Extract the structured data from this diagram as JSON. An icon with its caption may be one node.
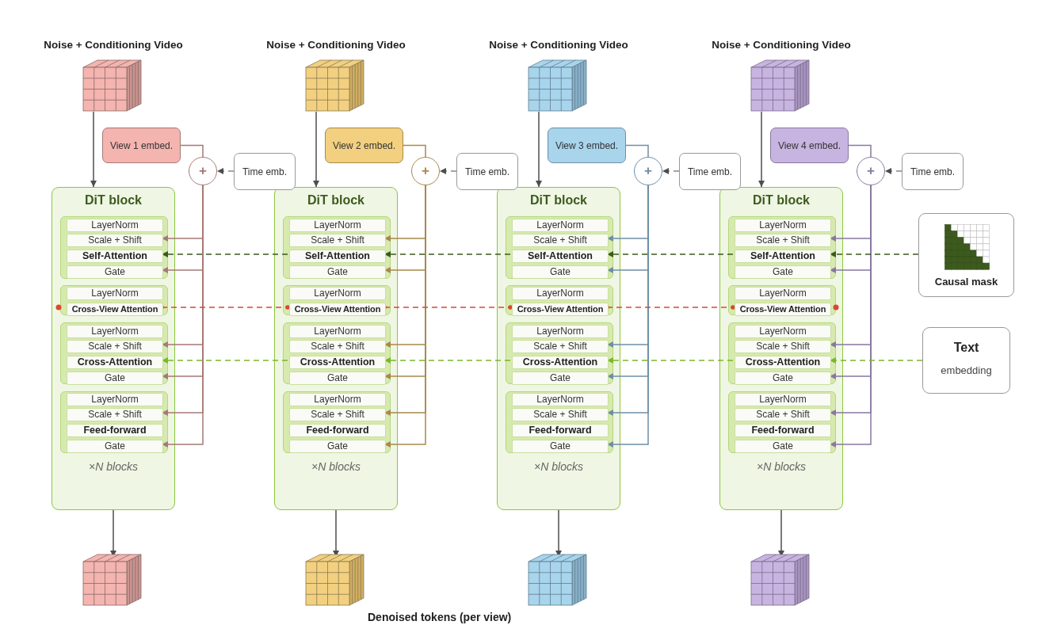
{
  "diagram": {
    "nodes": [
      {
        "text": [],
        "shape": "cube",
        "beside": [
          "Noise + Conditioning Video"
        ]
      },
      {
        "text": [
          "View 1 embed."
        ]
      },
      {
        "text": [
          "+"
        ]
      },
      {
        "text": [
          "Time emb."
        ]
      },
      {
        "text": [
          "DiT block",
          "×N blocks"
        ]
      },
      {
        "text": [],
        "shape": "box",
        "in": 4
      },
      {
        "text": [
          "LayerNorm"
        ],
        "in": 5
      },
      {
        "text": [
          "Scale + Shift"
        ],
        "in": 5
      },
      {
        "text": [
          "Self-Attention"
        ],
        "in": 5
      },
      {
        "text": [
          "Gate"
        ],
        "in": 5
      },
      {
        "text": [],
        "shape": "box",
        "in": 4
      },
      {
        "text": [
          "LayerNorm"
        ],
        "in": 10
      },
      {
        "text": [
          "Cross-View Attention"
        ],
        "in": 10
      },
      {
        "text": [],
        "shape": "box",
        "in": 4
      },
      {
        "text": [
          "LayerNorm"
        ],
        "in": 13
      },
      {
        "text": [
          "Scale + Shift"
        ],
        "in": 13
      },
      {
        "text": [
          "Cross-Attention"
        ],
        "in": 13
      },
      {
        "text": [
          "Gate"
        ],
        "in": 13
      },
      {
        "text": [],
        "shape": "box",
        "in": 4
      },
      {
        "text": [
          "LayerNorm"
        ],
        "in": 18
      },
      {
        "text": [
          "Scale + Shift"
        ],
        "in": 18
      },
      {
        "text": [
          "Feed-forward"
        ],
        "in": 18
      },
      {
        "text": [
          "Gate"
        ],
        "in": 18
      },
      {
        "text": [],
        "shape": "cube"
      },
      {
        "text": [],
        "shape": "cube",
        "beside": [
          "Noise + Conditioning Video"
        ]
      },
      {
        "text": [
          "View 2 embed."
        ]
      },
      {
        "text": [
          "+"
        ]
      },
      {
        "text": [
          "Time emb."
        ]
      },
      {
        "text": [
          "DiT block",
          "×N blocks"
        ]
      },
      {
        "text": [],
        "shape": "box",
        "in": 28
      },
      {
        "text": [
          "LayerNorm"
        ],
        "in": 29
      },
      {
        "text": [
          "Scale + Shift"
        ],
        "in": 29
      },
      {
        "text": [
          "Self-Attention"
        ],
        "in": 29
      },
      {
        "text": [
          "Gate"
        ],
        "in": 29
      },
      {
        "text": [],
        "shape": "box",
        "in": 28
      },
      {
        "text": [
          "LayerNorm"
        ],
        "in": 34
      },
      {
        "text": [
          "Cross-View Attention"
        ],
        "in": 34
      },
      {
        "text": [],
        "shape": "box",
        "in": 28
      },
      {
        "text": [
          "LayerNorm"
        ],
        "in": 37
      },
      {
        "text": [
          "Scale + Shift"
        ],
        "in": 37
      },
      {
        "text": [
          "Cross-Attention"
        ],
        "in": 37
      },
      {
        "text": [
          "Gate"
        ],
        "in": 37
      },
      {
        "text": [],
        "shape": "box",
        "in": 28
      },
      {
        "text": [
          "LayerNorm"
        ],
        "in": 42
      },
      {
        "text": [
          "Scale + Shift"
        ],
        "in": 42
      },
      {
        "text": [
          "Feed-forward"
        ],
        "in": 42
      },
      {
        "text": [
          "Gate"
        ],
        "in": 42
      },
      {
        "text": [],
        "shape": "cube"
      },
      {
        "text": [],
        "shape": "cube",
        "beside": [
          "Noise + Conditioning Video"
        ]
      },
      {
        "text": [
          "View 3 embed."
        ]
      },
      {
        "text": [
          "+"
        ]
      },
      {
        "text": [
          "Time emb."
        ]
      },
      {
        "text": [
          "DiT block",
          "×N blocks"
        ]
      },
      {
        "text": [],
        "shape": "box",
        "in": 52
      },
      {
        "text": [
          "LayerNorm"
        ],
        "in": 53
      },
      {
        "text": [
          "Scale + Shift"
        ],
        "in": 53
      },
      {
        "text": [
          "Self-Attention"
        ],
        "in": 53
      },
      {
        "text": [
          "Gate"
        ],
        "in": 53
      },
      {
        "text": [],
        "shape": "box",
        "in": 52
      },
      {
        "text": [
          "LayerNorm"
        ],
        "in": 58
      },
      {
        "text": [
          "Cross-View Attention"
        ],
        "in": 58
      },
      {
        "text": [],
        "shape": "box",
        "in": 52
      },
      {
        "text": [
          "LayerNorm"
        ],
        "in": 61
      },
      {
        "text": [
          "Scale + Shift"
        ],
        "in": 61
      },
      {
        "text": [
          "Cross-Attention"
        ],
        "in": 61
      },
      {
        "text": [
          "Gate"
        ],
        "in": 61
      },
      {
        "text": [],
        "shape": "box",
        "in": 52
      },
      {
        "text": [
          "LayerNorm"
        ],
        "in": 66
      },
      {
        "text": [
          "Scale + Shift"
        ],
        "in": 66
      },
      {
        "text": [
          "Feed-forward"
        ],
        "in": 66
      },
      {
        "text": [
          "Gate"
        ],
        "in": 66
      },
      {
        "text": [],
        "shape": "cube"
      },
      {
        "text": [],
        "shape": "cube",
        "beside": [
          "Noise + Conditioning Video"
        ]
      },
      {
        "text": [
          "View 4 embed."
        ]
      },
      {
        "text": [
          "+"
        ]
      },
      {
        "text": [
          "Time emb."
        ]
      },
      {
        "text": [
          "DiT block",
          "×N blocks"
        ]
      },
      {
        "text": [],
        "shape": "box",
        "in": 76
      },
      {
        "text": [
          "LayerNorm"
        ],
        "in": 77
      },
      {
        "text": [
          "Scale + Shift"
        ],
        "in": 77
      },
      {
        "text": [
          "Self-Attention"
        ],
        "in": 77
      },
      {
        "text": [
          "Gate"
        ],
        "in": 77
      },
      {
        "text": [],
        "shape": "box",
        "in": 76
      },
      {
        "text": [
          "LayerNorm"
        ],
        "in": 82
      },
      {
        "text": [
          "Cross-View Attention"
        ],
        "in": 82
      },
      {
        "text": [],
        "shape": "box",
        "in": 76
      },
      {
        "text": [
          "LayerNorm"
        ],
        "in": 85
      },
      {
        "text": [
          "Scale + Shift"
        ],
        "in": 85
      },
      {
        "text": [
          "Cross-Attention"
        ],
        "in": 85
      },
      {
        "text": [
          "Gate"
        ],
        "in": 85
      },
      {
        "text": [],
        "shape": "box",
        "in": 76
      },
      {
        "text": [
          "LayerNorm"
        ],
        "in": 90
      },
      {
        "text": [
          "Scale + Shift"
        ],
        "in": 90
      },
      {
        "text": [
          "Feed-forward"
        ],
        "in": 90
      },
      {
        "text": [
          "Gate"
        ],
        "in": 90
      },
      {
        "text": [],
        "shape": "cube"
      },
      {
        "text": [
          "Causal mask"
        ]
      },
      {
        "text": [
          "Text",
          "embedding"
        ]
      }
    ],
    "edges": [
      {
        "from": 0,
        "to": 4,
        "arrow": "to"
      },
      {
        "from": 1,
        "to": 2,
        "arrow": "none",
        "color": "#a57a76"
      },
      {
        "from": 3,
        "to": 2,
        "arrow": "to",
        "style": "dashed"
      },
      {
        "from": 2,
        "to": 7,
        "arrow": "to",
        "color": "#a57a76"
      },
      {
        "from": 2,
        "to": 9,
        "arrow": "to",
        "color": "#a57a76"
      },
      {
        "from": 2,
        "to": 15,
        "arrow": "to",
        "color": "#a57a76"
      },
      {
        "from": 2,
        "to": 17,
        "arrow": "to",
        "color": "#a57a76"
      },
      {
        "from": 2,
        "to": 20,
        "arrow": "to",
        "color": "#a57a76"
      },
      {
        "from": 2,
        "to": 22,
        "arrow": "to",
        "color": "#a57a76"
      },
      {
        "from": 4,
        "to": 23,
        "arrow": "to"
      },
      {
        "from": 24,
        "to": 28,
        "arrow": "to"
      },
      {
        "from": 25,
        "to": 26,
        "arrow": "none",
        "color": "#a8894a"
      },
      {
        "from": 27,
        "to": 26,
        "arrow": "to",
        "style": "dashed"
      },
      {
        "from": 26,
        "to": 31,
        "arrow": "to",
        "color": "#a8894a"
      },
      {
        "from": 26,
        "to": 33,
        "arrow": "to",
        "color": "#a8894a"
      },
      {
        "from": 26,
        "to": 39,
        "arrow": "to",
        "color": "#a8894a"
      },
      {
        "from": 26,
        "to": 41,
        "arrow": "to",
        "color": "#a8894a"
      },
      {
        "from": 26,
        "to": 44,
        "arrow": "to",
        "color": "#a8894a"
      },
      {
        "from": 26,
        "to": 46,
        "arrow": "to",
        "color": "#a8894a"
      },
      {
        "from": 28,
        "to": 47,
        "arrow": "to"
      },
      {
        "from": 48,
        "to": 52,
        "arrow": "to"
      },
      {
        "from": 49,
        "to": 50,
        "arrow": "none",
        "color": "#6f8ea6"
      },
      {
        "from": 51,
        "to": 50,
        "arrow": "to",
        "style": "dashed"
      },
      {
        "from": 50,
        "to": 55,
        "arrow": "to",
        "color": "#6f8ea6"
      },
      {
        "from": 50,
        "to": 57,
        "arrow": "to",
        "color": "#6f8ea6"
      },
      {
        "from": 50,
        "to": 63,
        "arrow": "to",
        "color": "#6f8ea6"
      },
      {
        "from": 50,
        "to": 65,
        "arrow": "to",
        "color": "#6f8ea6"
      },
      {
        "from": 50,
        "to": 68,
        "arrow": "to",
        "color": "#6f8ea6"
      },
      {
        "from": 50,
        "to": 70,
        "arrow": "to",
        "color": "#6f8ea6"
      },
      {
        "from": 52,
        "to": 71,
        "arrow": "to"
      },
      {
        "from": 72,
        "to": 76,
        "arrow": "to"
      },
      {
        "from": 73,
        "to": 74,
        "arrow": "none",
        "color": "#8878a0"
      },
      {
        "from": 75,
        "to": 74,
        "arrow": "to",
        "style": "dashed"
      },
      {
        "from": 74,
        "to": 79,
        "arrow": "to",
        "color": "#8878a0"
      },
      {
        "from": 74,
        "to": 81,
        "arrow": "to",
        "color": "#8878a0"
      },
      {
        "from": 74,
        "to": 87,
        "arrow": "to",
        "color": "#8878a0"
      },
      {
        "from": 74,
        "to": 89,
        "arrow": "to",
        "color": "#8878a0"
      },
      {
        "from": 74,
        "to": 92,
        "arrow": "to",
        "color": "#8878a0"
      },
      {
        "from": 74,
        "to": 94,
        "arrow": "to",
        "color": "#8878a0"
      },
      {
        "from": 76,
        "to": 95,
        "arrow": "to"
      },
      {
        "from": 96,
        "to": 80,
        "arrow": "to",
        "style": "dashed",
        "color": "#3d5a1e"
      },
      {
        "from": 80,
        "to": 56,
        "arrow": "to",
        "style": "dashed",
        "color": "#3d5a1e"
      },
      {
        "from": 56,
        "to": 32,
        "arrow": "to",
        "style": "dashed",
        "color": "#3d5a1e"
      },
      {
        "from": 32,
        "to": 8,
        "arrow": "to",
        "style": "dashed",
        "color": "#3d5a1e"
      },
      {
        "from": 12,
        "to": 36,
        "arrow": "other",
        "style": "dashed",
        "color": "#d9482f"
      },
      {
        "from": 36,
        "to": 60,
        "arrow": "other",
        "style": "dashed",
        "color": "#d9482f"
      },
      {
        "from": 60,
        "to": 84,
        "arrow": "other",
        "style": "dashed",
        "color": "#d9482f"
      },
      {
        "from": 97,
        "to": 88,
        "arrow": "to",
        "style": "dashed",
        "color": "#7ab82a"
      },
      {
        "from": 88,
        "to": 64,
        "arrow": "to",
        "style": "dashed",
        "color": "#7ab82a"
      },
      {
        "from": 64,
        "to": 40,
        "arrow": "to",
        "style": "dashed",
        "color": "#7ab82a"
      },
      {
        "from": 40,
        "to": 16,
        "arrow": "to",
        "style": "dashed",
        "color": "#7ab82a"
      }
    ],
    "labels": [
      "Denoised tokens (per view)"
    ]
  }
}
